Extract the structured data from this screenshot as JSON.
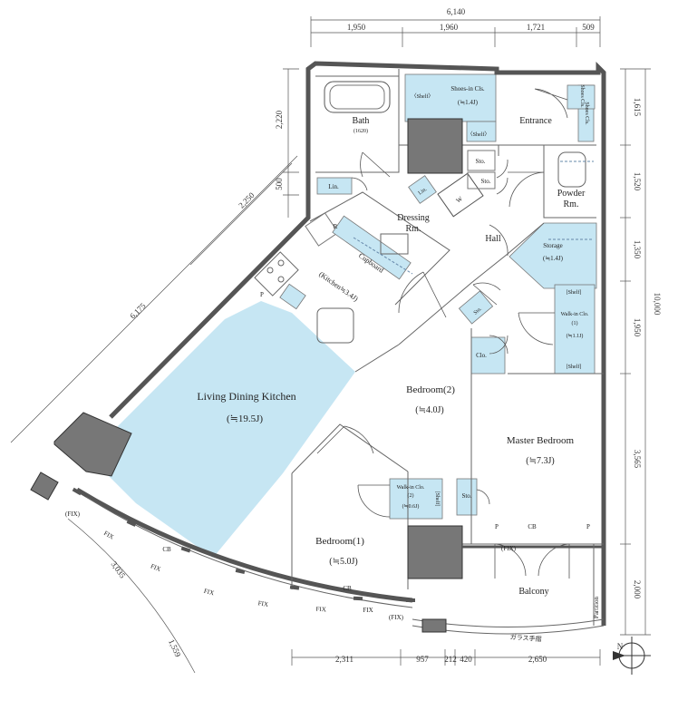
{
  "rooms": {
    "ldk_name": "Living Dining Kitchen",
    "ldk_size": "(≒19.5J)",
    "kitchen": "(Kitchen≒3.4J)",
    "cupboard": "Cupboard",
    "bath": "Bath",
    "bath_size": "(1620)",
    "dressing": "Dressing",
    "dressing2": "Rm.",
    "lin": "Lin.",
    "w": "W",
    "r": "R",
    "p": "P",
    "shoes_cls": "Shoes-in Cls.",
    "shoes_cls_size": "(≒1.4J)",
    "shelf": "〈Shelf〉",
    "shelf_plain": "[Shelf]",
    "entrance": "Entrance",
    "shoes_cls_short": "Shoes Cls.",
    "sto": "Sto.",
    "powder": "Powder",
    "powder2": "Rm.",
    "hall": "Hall",
    "storage": "Storage",
    "storage_size": "(≒1.4J)",
    "wic1": "Walk-in Clo.",
    "wic1_num": "(1)",
    "wic1_size": "(≒1.1J)",
    "clo": "Clo.",
    "bedroom2": "Bedroom(2)",
    "bedroom2_size": "(≒4.0J)",
    "master": "Master Bedroom",
    "master_size": "(≒7.3J)",
    "wic2": "Walk-in Clo.",
    "wic2_num": "(2)",
    "wic2_size": "(≒0.6J)",
    "bedroom1": "Bedroom(1)",
    "bedroom1_size": "(≒5.0J)",
    "balcony": "Balcony",
    "cb": "CB",
    "fix": "FIX",
    "fix_paren": "(FIX)",
    "partition": "Partition",
    "glass_rail": "ガラス手摺"
  },
  "dimensions": {
    "top_total": "6,140",
    "top_1": "1,950",
    "top_2": "1,960",
    "top_3": "1,721",
    "top_4": "509",
    "right_1": "1,615",
    "right_2": "1,520",
    "right_3": "1,350",
    "right_4": "1,950",
    "right_5": "3,565",
    "right_6": "2,000",
    "right_total": "10,000",
    "left_1": "2,220",
    "left_2": "500",
    "diag_1": "2,250",
    "diag_2": "6,175",
    "bottom_1": "2,311",
    "bottom_2": "957",
    "bottom_3": "212",
    "bottom_4": "420",
    "bottom_5": "2,650",
    "arc_1": "3,035",
    "arc_2": "1,559"
  },
  "compass": {
    "label": "N"
  }
}
